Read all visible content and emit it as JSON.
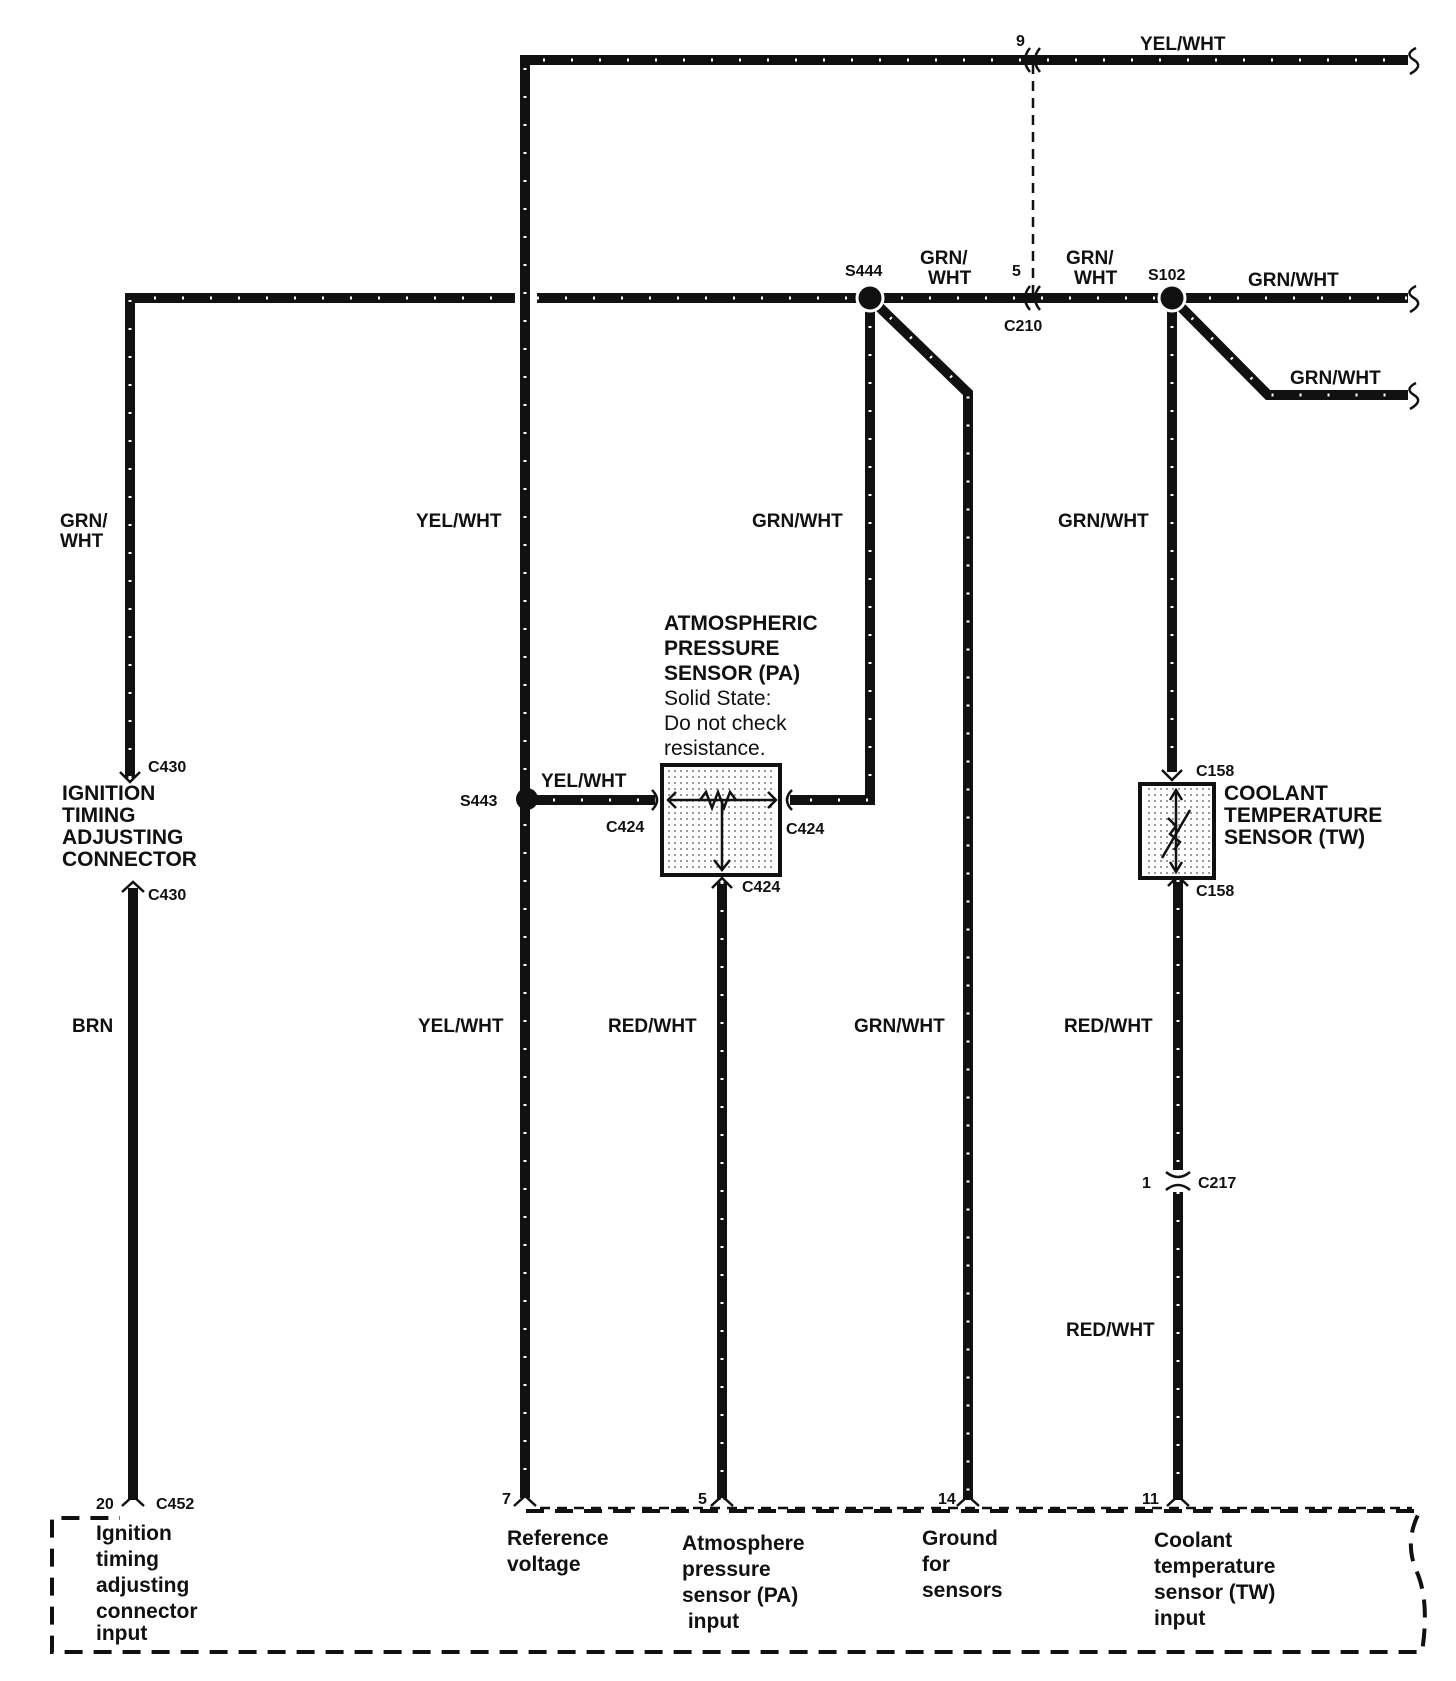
{
  "wire_colors": {
    "yel_wht": "YEL/WHT",
    "grn_wht": "GRN/WHT",
    "grn_wht_stacked_line1": "GRN/",
    "grn_wht_stacked_line2": "WHT",
    "brn": "BRN",
    "red_wht": "RED/WHT"
  },
  "connectors": {
    "c430_top": "C430",
    "c430_bottom": "C430",
    "c452": "C452",
    "c424_left": "C424",
    "c424_right": "C424",
    "c424_bottom": "C424",
    "c158_top": "C158",
    "c158_bottom": "C158",
    "c210": "C210",
    "c217": "C217"
  },
  "splices": {
    "s443": "S443",
    "s444": "S444",
    "s102": "S102"
  },
  "pins": {
    "c210_top": "9",
    "c210_mid": "5",
    "c217": "1",
    "ecm_ignition": "20",
    "ecm_reference": "7",
    "ecm_pa": "5",
    "ecm_ground": "14",
    "ecm_tw": "11"
  },
  "components": {
    "ignition_connector": [
      "IGNITION",
      "TIMING",
      "ADJUSTING",
      "CONNECTOR"
    ],
    "pa_sensor_title": [
      "ATMOSPHERIC",
      "PRESSURE",
      "SENSOR (PA)"
    ],
    "pa_sensor_note": [
      "Solid State:",
      "Do not check",
      "resistance."
    ],
    "tw_sensor": [
      "COOLANT",
      "TEMPERATURE",
      "SENSOR (TW)"
    ]
  },
  "ecm_inputs": {
    "ignition": [
      "Ignition",
      "timing",
      "adjusting",
      "connector",
      "input"
    ],
    "reference": [
      "Reference",
      "voltage"
    ],
    "pa": [
      "Atmosphere",
      "pressure",
      "sensor (PA)",
      " input"
    ],
    "ground": [
      "Ground",
      "for",
      "sensors"
    ],
    "tw": [
      "Coolant",
      "temperature",
      "sensor (TW)",
      "input"
    ]
  }
}
